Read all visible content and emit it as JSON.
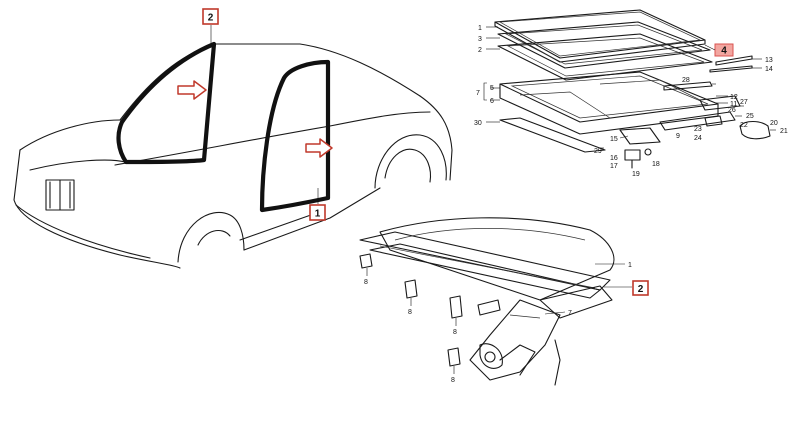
{
  "callouts": {
    "windshield": "2",
    "door": "1",
    "sunroof_panel": "4",
    "roof_rail": "2"
  },
  "colors": {
    "callout_border": "#c0392b",
    "callout_highlight": "#f2a6a0",
    "arrow_outline": "#c0392b"
  },
  "sunroof_labels": {
    "l1": "1",
    "l3": "3",
    "l2": "2",
    "l13": "13",
    "l14": "14",
    "l28": "28",
    "l12": "12",
    "l11": "11",
    "l5": "5",
    "l7": "7",
    "l6": "6",
    "l26": "26",
    "l27": "27",
    "l25": "25",
    "l22": "22",
    "l20": "20",
    "l21": "21",
    "l23": "23",
    "l24": "24",
    "l30": "30",
    "l9": "9",
    "l15": "15",
    "l29": "29",
    "l16": "16",
    "l17": "17",
    "l18": "18",
    "l19": "19"
  },
  "roof_labels": {
    "r1": "1",
    "r7": "7",
    "r8a": "8",
    "r8b": "8",
    "r8c": "8",
    "r8d": "8"
  }
}
